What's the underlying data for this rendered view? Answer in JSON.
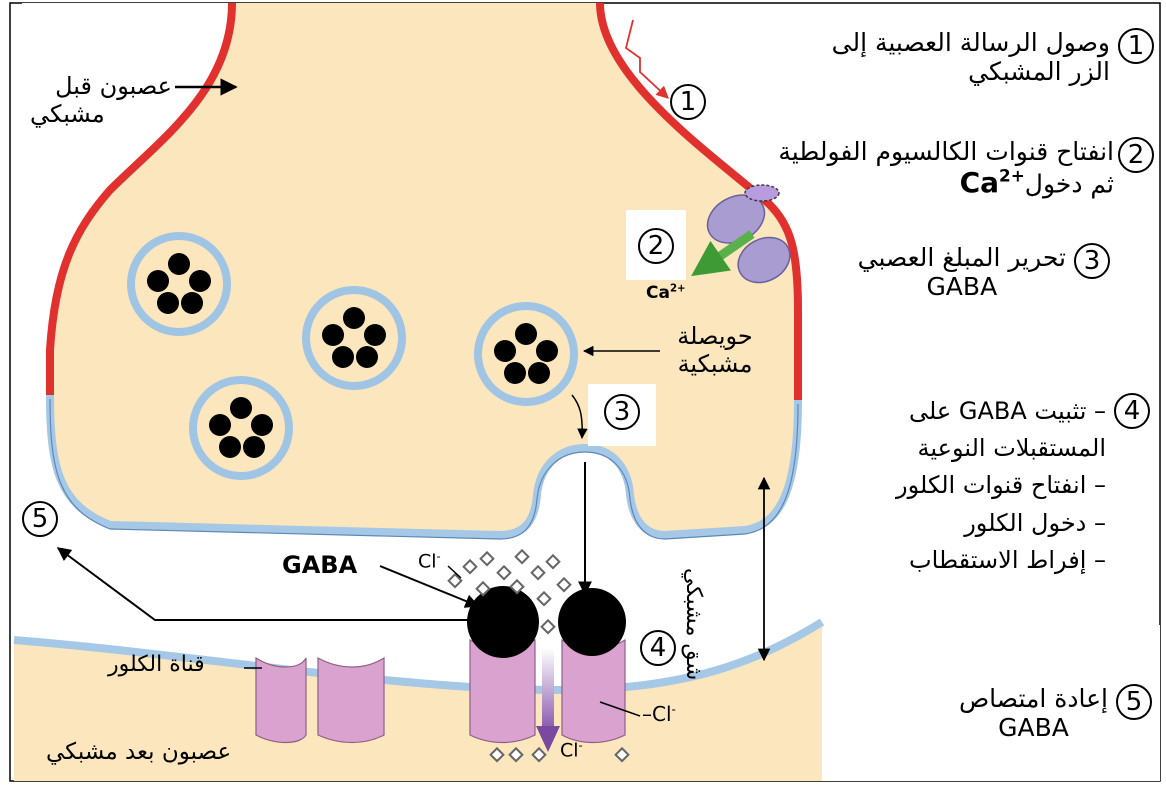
{
  "steps": {
    "s1": {
      "num": "1",
      "line1": "وصول الرسالة العصبية إلى",
      "line2": "الزر المشبكي"
    },
    "s2": {
      "num": "2",
      "line1": "انفتاح قنوات الكالسيوم الفولطية",
      "line2_prefix": "ثم دخول",
      "line2_ion": "Ca",
      "line2_charge": "2+"
    },
    "s3": {
      "num": "3",
      "line1": "تحرير المبلغ العصبي",
      "line2": "GABA"
    },
    "s4": {
      "num": "4",
      "line1": "– تثبيت GABA على",
      "line2": "المستقبلات النوعية",
      "bullet1": "– انفتاح قنوات الكلور",
      "bullet2": "– دخول  الكلور",
      "bullet3": "– إفراط الاستقطاب"
    },
    "s5": {
      "num": "5",
      "line1": "إعادة امتصاص",
      "line2": "GABA"
    }
  },
  "labels": {
    "presynaptic_1": "عصبون قبل",
    "presynaptic_2": "مشبكي",
    "vesicle_1": "حويصلة",
    "vesicle_2": "مشبكية",
    "cleft": "شق مشبكي",
    "gaba": "GABA",
    "chloride": "Cl",
    "chloride_charge": "-",
    "chloride_channel": "قناة الكلور",
    "postsynaptic": "عصبون بعد مشبكي",
    "ca_ion": "Ca",
    "ca_charge": "2+"
  },
  "colors": {
    "cytoplasm": "#fbe6bd",
    "membrane_red": "#e0312f",
    "membrane_blue": "#a4c8e6",
    "vesicle_blue": "#9fc4e4",
    "channel_purple": "#a89cd0",
    "receptor_pink": "#d9a2cf",
    "ca_arrow": "#5ab04a"
  }
}
